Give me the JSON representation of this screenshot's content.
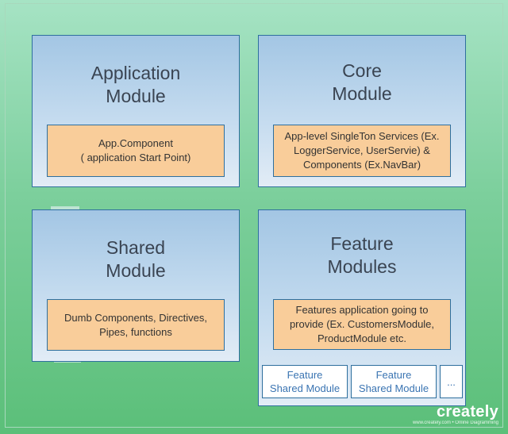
{
  "modules": {
    "application": {
      "title": [
        "Application",
        "Module"
      ],
      "desc": [
        "App.Component",
        "( application Start Point)"
      ]
    },
    "core": {
      "title": [
        "Core",
        "Module"
      ],
      "desc": [
        "App-level SingleTon Services (Ex.",
        "LoggerService, UserServie) &",
        "Components (Ex.NavBar)"
      ]
    },
    "shared": {
      "title": [
        "Shared",
        "Module"
      ],
      "desc": [
        "Dumb Components, Directives,",
        "Pipes, functions"
      ]
    },
    "feature": {
      "title": [
        "Feature",
        "Modules"
      ],
      "desc": [
        "Features application going to",
        "provide (Ex. CustomersModule,",
        "ProductModule etc."
      ],
      "submodules": [
        {
          "line1": "Feature",
          "line2": "Shared  Module"
        },
        {
          "line1": "Feature",
          "line2": "Shared  Module"
        },
        {
          "line1": "...",
          "line2": ""
        }
      ]
    }
  },
  "watermark": {
    "brand": "creately",
    "tagline": "www.creately.com • Online Diagramming"
  },
  "colors": {
    "background_top": "#a6e3c4",
    "background_bottom": "#5bbf79",
    "module_fill": "#c4dbef",
    "module_border": "#2e6f9e",
    "desc_fill": "#f9cd9a",
    "submodule_text": "#3a74b2"
  }
}
